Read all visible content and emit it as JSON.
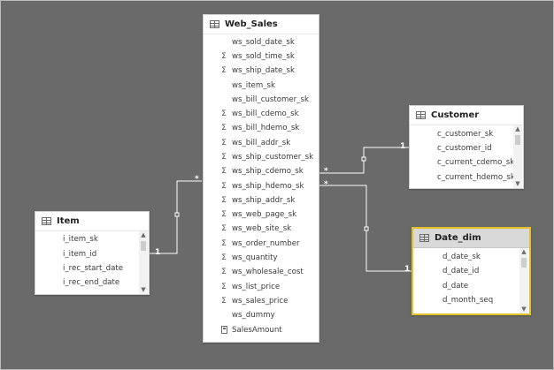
{
  "colors": {
    "canvas_background": "#6a6a6a",
    "relationship_line": "#ffffff",
    "selected_border": "#e2c129"
  },
  "tables": {
    "web_sales": {
      "title": "Web_Sales",
      "fields": [
        {
          "name": "ws_sold_date_sk",
          "icon": ""
        },
        {
          "name": "ws_sold_time_sk",
          "icon": "Σ"
        },
        {
          "name": "ws_ship_date_sk",
          "icon": "Σ"
        },
        {
          "name": "ws_item_sk",
          "icon": ""
        },
        {
          "name": "ws_bill_customer_sk",
          "icon": ""
        },
        {
          "name": "ws_bill_cdemo_sk",
          "icon": "Σ"
        },
        {
          "name": "ws_bill_hdemo_sk",
          "icon": "Σ"
        },
        {
          "name": "ws_bill_addr_sk",
          "icon": "Σ"
        },
        {
          "name": "ws_ship_customer_sk",
          "icon": "Σ"
        },
        {
          "name": "ws_ship_cdemo_sk",
          "icon": "Σ"
        },
        {
          "name": "ws_ship_hdemo_sk",
          "icon": "Σ"
        },
        {
          "name": "ws_ship_addr_sk",
          "icon": "Σ"
        },
        {
          "name": "ws_web_page_sk",
          "icon": "Σ"
        },
        {
          "name": "ws_web_site_sk",
          "icon": "Σ"
        },
        {
          "name": "ws_order_number",
          "icon": "Σ"
        },
        {
          "name": "ws_quantity",
          "icon": "Σ"
        },
        {
          "name": "ws_wholesale_cost",
          "icon": "Σ"
        },
        {
          "name": "ws_list_price",
          "icon": "Σ"
        },
        {
          "name": "ws_sales_price",
          "icon": "Σ"
        },
        {
          "name": "ws_dummy",
          "icon": ""
        },
        {
          "name": "SalesAmount",
          "icon": "calculator-icon"
        }
      ]
    },
    "customer": {
      "title": "Customer",
      "fields": [
        {
          "name": "c_customer_sk"
        },
        {
          "name": "c_customer_id"
        },
        {
          "name": "c_current_cdemo_sk"
        },
        {
          "name": "c_current_hdemo_sk"
        }
      ]
    },
    "item": {
      "title": "Item",
      "fields": [
        {
          "name": "i_item_sk"
        },
        {
          "name": "i_item_id"
        },
        {
          "name": "i_rec_start_date"
        },
        {
          "name": "i_rec_end_date"
        }
      ]
    },
    "date_dim": {
      "title": "Date_dim",
      "fields": [
        {
          "name": "d_date_sk"
        },
        {
          "name": "d_date_id"
        },
        {
          "name": "d_date"
        },
        {
          "name": "d_month_seq"
        }
      ]
    }
  },
  "relationships": {
    "item_many": "*",
    "item_one": "1",
    "customer_many": "*",
    "customer_one": "1",
    "date_many": "*",
    "date_one": "1"
  }
}
